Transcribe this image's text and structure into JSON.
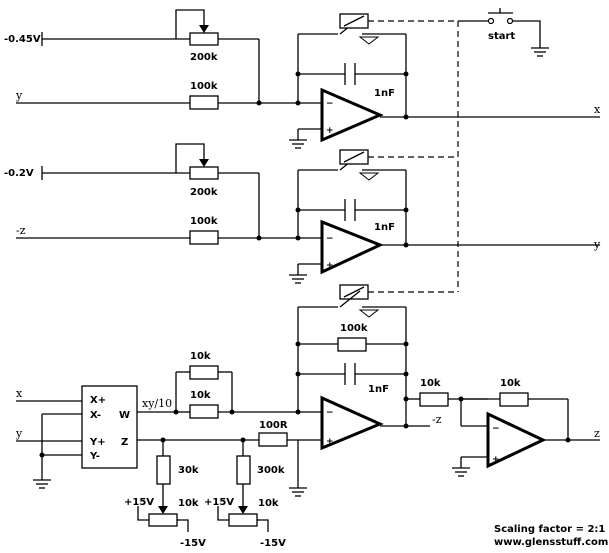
{
  "inputs": {
    "v_neg045": "-0.45V",
    "y_in": "y",
    "v_neg02": "-0.2V",
    "negz_in": "-z",
    "x_mult": "x",
    "y_mult": "y"
  },
  "outputs": {
    "x_out": "x",
    "y_out": "y",
    "negz_out": "-z",
    "z_out": "z"
  },
  "components": {
    "pot1": "200k",
    "r1": "100k",
    "c1": "1nF",
    "pot2": "200k",
    "r2": "100k",
    "c2": "1nF",
    "r_fb3": "100k",
    "c3": "1nF",
    "r10k_a": "10k",
    "r10k_b": "10k",
    "r100": "100R",
    "r30k": "30k",
    "r300k": "300k",
    "pot10k_a": "10k",
    "pot10k_b": "10k",
    "r_inv_in": "10k",
    "r_inv_fb": "10k"
  },
  "multiplier": {
    "xp": "X+",
    "xm": "X-",
    "w": "W",
    "yp": "Y+",
    "ym": "Y-",
    "z": "Z",
    "out_label": "xy/10"
  },
  "supply": {
    "p1": "+15V",
    "m1": "-15V",
    "p2": "+15V",
    "m2": "-15V"
  },
  "switch": {
    "start": "start"
  },
  "footer": {
    "scaling": "Scaling factor = 2:1",
    "site": "www.glensstuff.com"
  }
}
